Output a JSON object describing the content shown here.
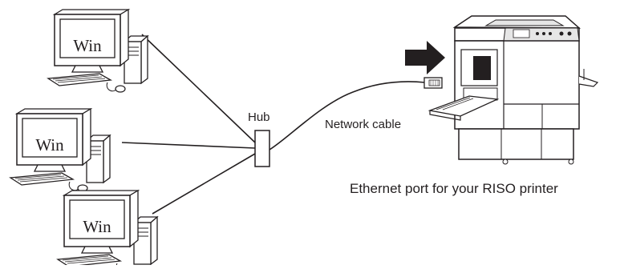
{
  "diagram": {
    "computer_screen_text": "Win",
    "hub_label": "Hub",
    "cable_label": "Network cable",
    "port_label": "Ethernet port for your RISO printer"
  },
  "colors": {
    "line": "#231f20",
    "arrow": "#231f20",
    "paper": "#ffffff",
    "panel": "#e6e6e6"
  }
}
